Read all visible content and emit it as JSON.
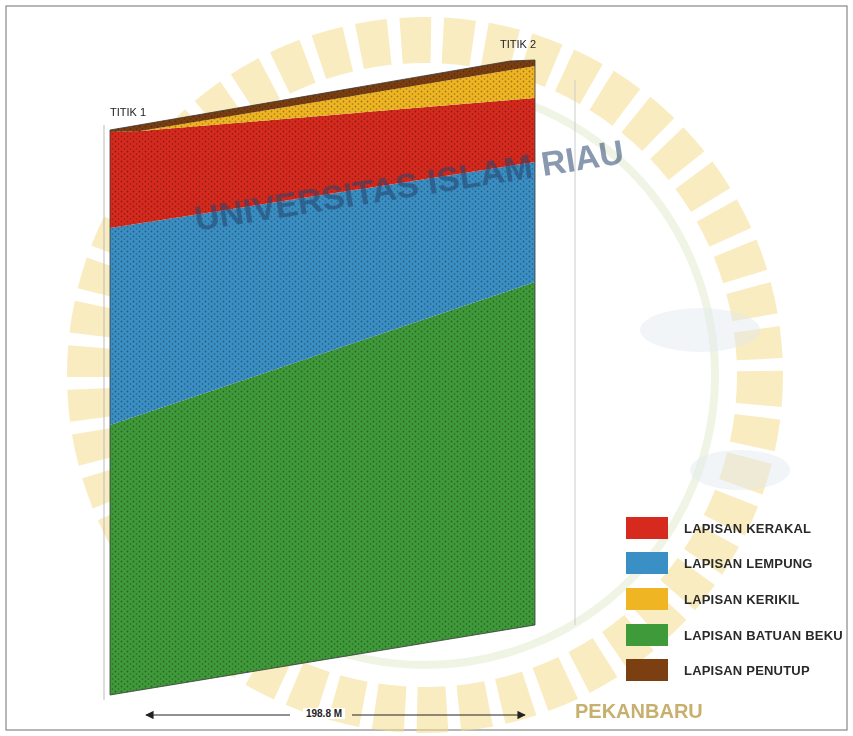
{
  "diagram": {
    "labels": [
      "TITIK 1",
      "TITIK 2",
      "198.8 M",
      "UNIVERSITAS ISLAM RIAU",
      "PEKANBARU"
    ],
    "legend": [
      {
        "text": "LAPISAN KERAKAL",
        "color": "#d62a1e"
      },
      {
        "text": "LAPISAN LEMPUNG",
        "color": "#3a8fc4"
      },
      {
        "text": "LAPISAN KERIKIL",
        "color": "#f0b522"
      },
      {
        "text": "LAPISAN BATUAN BEKU",
        "color": "#3f9a3a"
      },
      {
        "text": "LAPISAN PENUTUP",
        "color": "#7b3f12"
      }
    ]
  }
}
